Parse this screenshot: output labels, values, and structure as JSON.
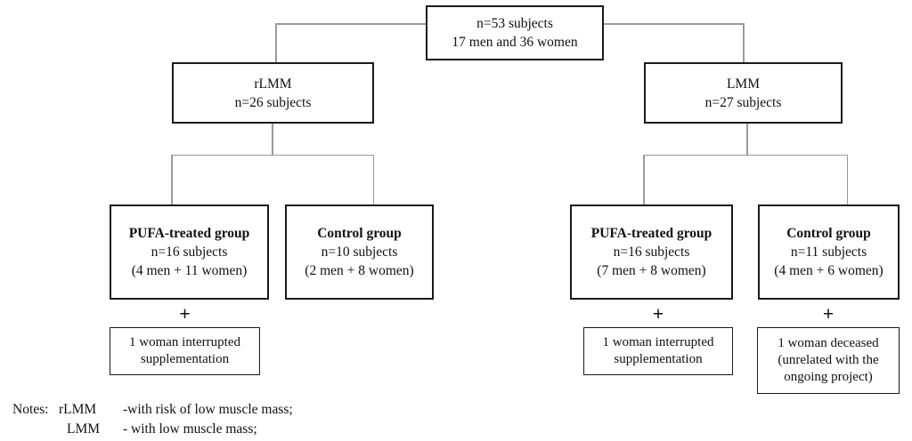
{
  "diagram": {
    "root_box": {
      "line1": "n=53 subjects",
      "line2": "17 men and 36 women"
    },
    "rlmm_box": {
      "line1": "rLMM",
      "line2": "n=26 subjects"
    },
    "lmm_box": {
      "line1": "LMM",
      "line2": "n=27 subjects"
    },
    "rlmm_pufa_box": {
      "title": "PUFA-treated group",
      "line2": "n=16 subjects",
      "line3": "(4 men + 11 women)"
    },
    "rlmm_control_box": {
      "title": "Control group",
      "line2": "n=10 subjects",
      "line3": "(2 men + 8 women)"
    },
    "lmm_pufa_box": {
      "title": "PUFA-treated group",
      "line2": "n=16 subjects",
      "line3": "(7 men + 8 women)"
    },
    "lmm_control_box": {
      "title": "Control group",
      "line2": "n=11 subjects",
      "line3": "(4 men + 6 women)"
    },
    "plus_symbol": "+",
    "rlmm_pufa_addendum": {
      "line1": "1 woman interrupted",
      "line2": "supplementation"
    },
    "lmm_pufa_addendum": {
      "line1": "1 woman interrupted",
      "line2": "supplementation"
    },
    "lmm_control_addendum": {
      "line1": "1 woman deceased",
      "line2": "(unrelated with the",
      "line3": "ongoing project)"
    },
    "notes": {
      "label": "Notes:",
      "row1_term": "rLMM",
      "row1_def": "-with risk of low muscle mass;",
      "row2_term": "LMM",
      "row2_def": "- with low muscle mass;"
    },
    "colors": {
      "border": "#1a1a1a",
      "connector": "#9a9a9a",
      "text": "#111111",
      "background": "#ffffff"
    }
  }
}
